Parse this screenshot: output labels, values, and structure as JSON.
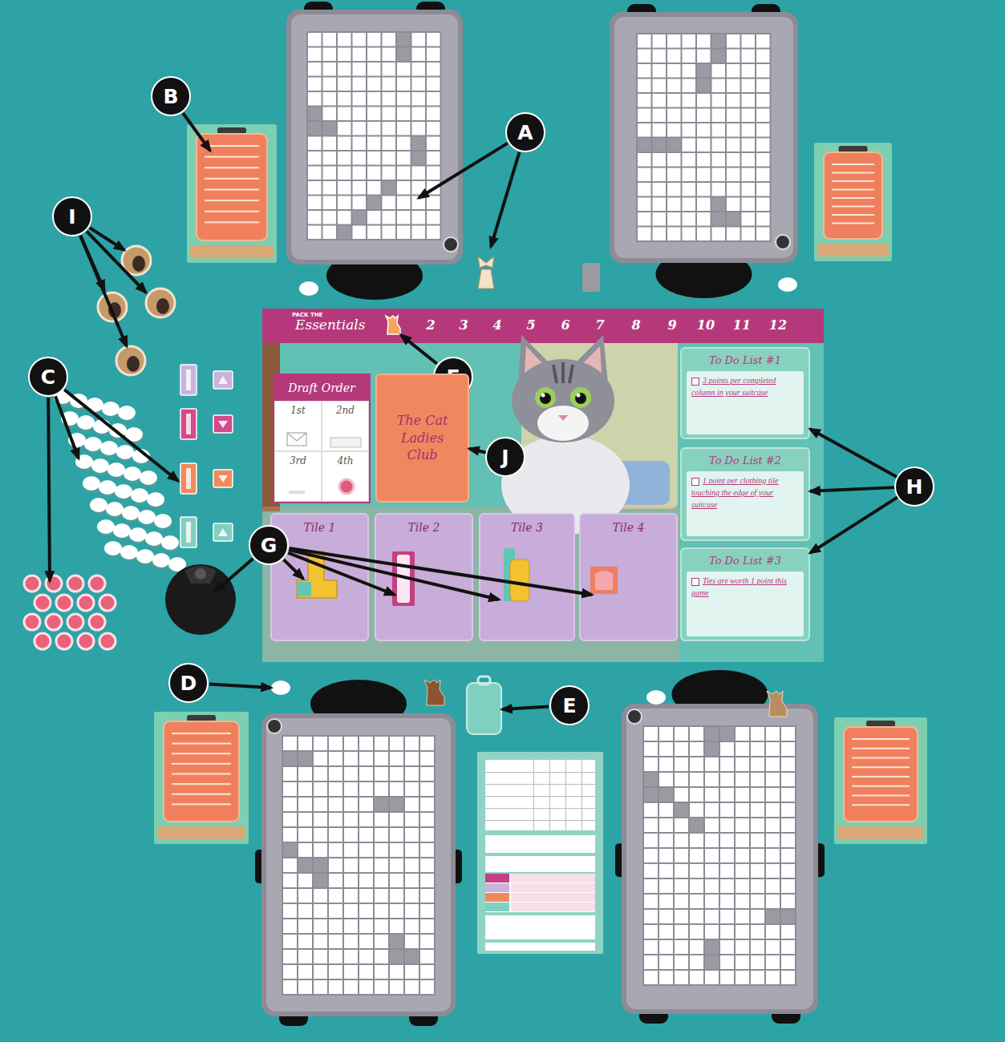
{
  "diagram": {
    "nodes": [
      {
        "text": [
          "B"
        ]
      },
      {
        "text": [
          "A"
        ]
      },
      {
        "text": [
          "I"
        ]
      },
      {
        "text": [
          "To Do List #1",
          "3 points per completed column in your suitcase"
        ]
      },
      {
        "text": [
          "C"
        ]
      },
      {
        "text": [
          "Draft Order"
        ]
      },
      {
        "text": [
          "1st"
        ],
        "in": 5
      },
      {
        "text": [
          "2nd"
        ],
        "in": 5
      },
      {
        "text": [
          "3rd"
        ],
        "in": 5
      },
      {
        "text": [
          "4th"
        ],
        "in": 5
      },
      {
        "text": [
          "F"
        ]
      },
      {
        "text": [
          "The Cat Ladies Club"
        ]
      },
      {
        "text": [
          "J"
        ]
      },
      {
        "text": [
          "To Do List #2",
          "1 point per clothing tile touching the edge of your suitcase"
        ]
      },
      {
        "text": [
          "H"
        ]
      },
      {
        "text": [
          "Tile 1"
        ]
      },
      {
        "text": [
          "Tile 2"
        ]
      },
      {
        "text": [
          "Tile 3"
        ]
      },
      {
        "text": [
          "Tile 4"
        ]
      },
      {
        "text": [
          "G"
        ]
      },
      {
        "text": [
          "To Do List #3",
          "Ties are worth 1 point this game"
        ]
      },
      {
        "text": [
          "D"
        ]
      },
      {
        "text": [
          "E"
        ]
      }
    ],
    "edges": [
      {
        "from": 12,
        "to": 11,
        "arrow": "to"
      },
      {
        "from": 14,
        "to": 3,
        "arrow": "to"
      },
      {
        "from": 14,
        "to": 13,
        "arrow": "to"
      },
      {
        "from": 14,
        "to": 20,
        "arrow": "to"
      }
    ],
    "labels": [
      "PACK THE",
      "Essentials",
      "2",
      "3",
      "4",
      "5",
      "6",
      "7",
      "8",
      "9",
      "10",
      "11",
      "12"
    ]
  }
}
